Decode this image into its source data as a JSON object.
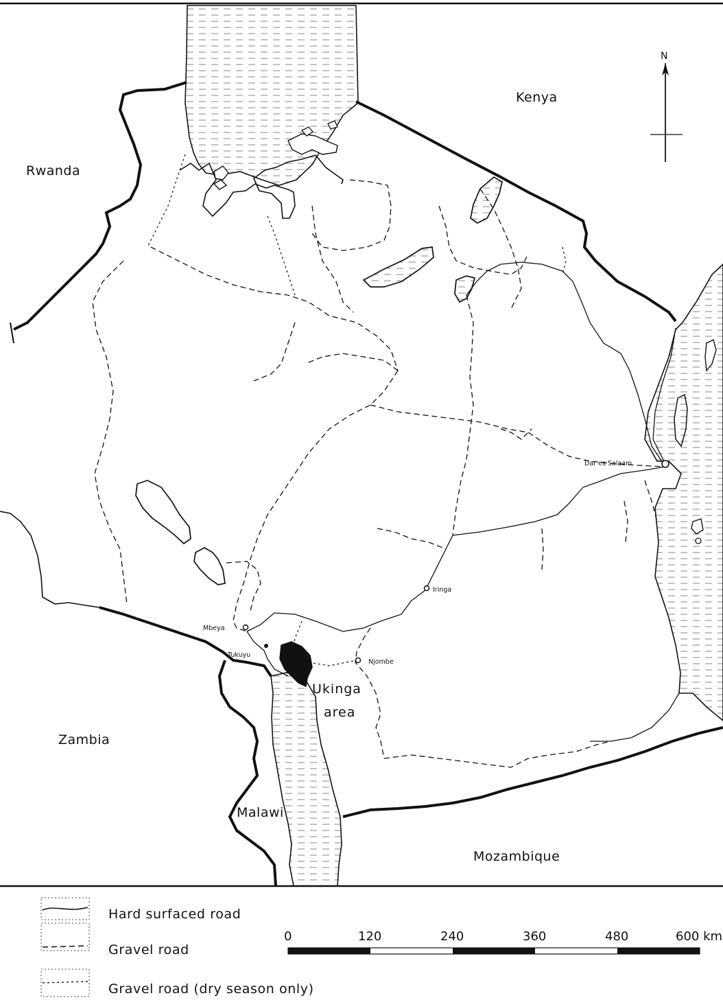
{
  "map": {
    "countries": {
      "kenya": "Kenya",
      "rwanda": "Rwanda",
      "zambia": "Zambia",
      "malawi": "Malawi",
      "mozambique": "Mozambique"
    },
    "towns": {
      "dar_es_salaam": "Dar es Salaam",
      "iringa": "Iringa",
      "mbeya": "Mbeya",
      "tukuyu": "Tukuyu",
      "njombe": "Njombe"
    },
    "highlight_area": {
      "line1": "Ukinga",
      "line2": "area"
    },
    "north_arrow": "N"
  },
  "legend": {
    "hard_surfaced": "Hard surfaced road",
    "gravel": "Gravel road",
    "gravel_dry": "Gravel road (dry season only)"
  },
  "scale": {
    "ticks": [
      "0",
      "120",
      "240",
      "360",
      "480",
      "600 km"
    ]
  },
  "colors": {
    "ink": "#111111",
    "paper": "#ffffff"
  }
}
